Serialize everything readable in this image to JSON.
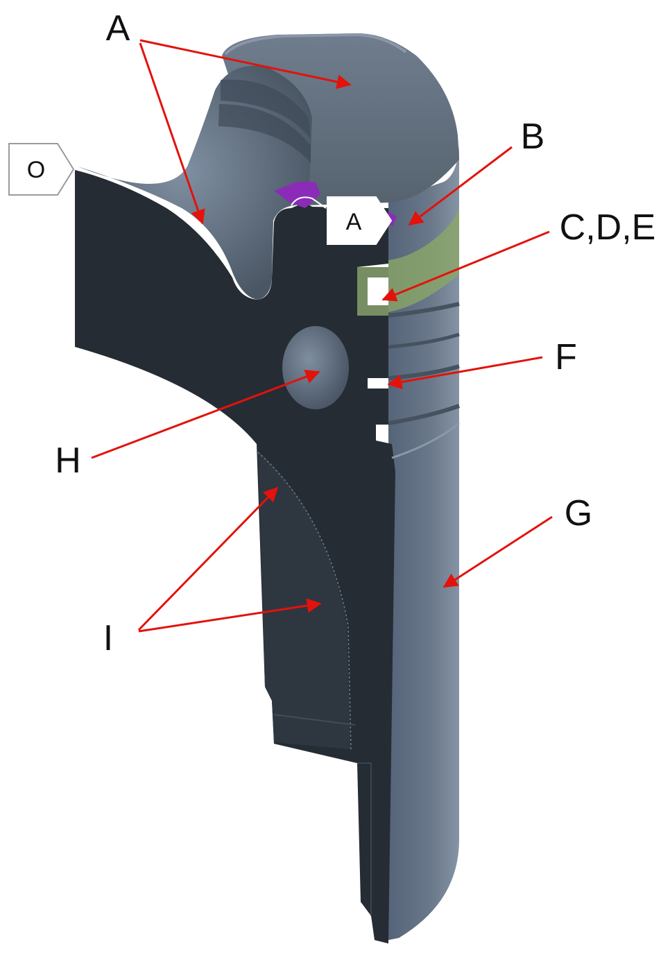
{
  "colors": {
    "arrow": "#e3120b",
    "section_face": "#252c34",
    "surface": "#5c6a7a",
    "surface_light": "#7a8899",
    "seal": "#8aa867",
    "datum_marker": "#8a2cb8",
    "label": "#111111"
  },
  "tags": {
    "datum_o": "O",
    "datum_a": "A"
  },
  "labels": {
    "a": "A",
    "b": "B",
    "cde": "C,D,E",
    "f": "F",
    "g": "G",
    "h": "H",
    "i": "I"
  }
}
